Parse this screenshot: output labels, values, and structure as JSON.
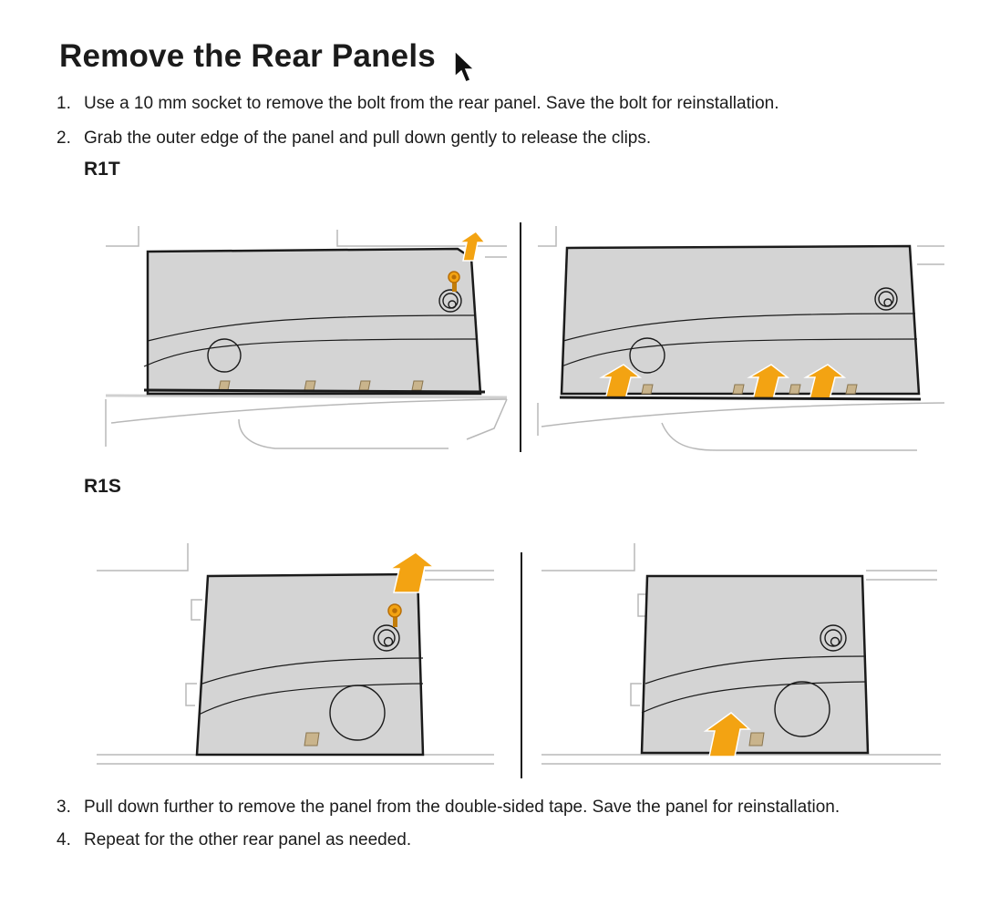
{
  "title": "Remove the Rear Panels",
  "steps_top": [
    {
      "num": "1.",
      "text": "Use a 10 mm socket to remove the bolt from the rear panel. Save the bolt for reinstallation."
    },
    {
      "num": "2.",
      "text": "Grab the outer edge of the panel and pull down gently to release the clips."
    }
  ],
  "models": {
    "r1t": "R1T",
    "r1s": "R1S"
  },
  "steps_bottom": [
    {
      "num": "3.",
      "text": "Pull down further to remove the panel from the double-sided tape. Save the panel for reinstallation."
    },
    {
      "num": "4.",
      "text": "Repeat for the other rear panel as needed."
    }
  ],
  "colors": {
    "accent": "#f3a312",
    "panel": "#d4d4d4",
    "line": "#1b1b1b",
    "faint": "#b8b8b8"
  },
  "icons": [
    "cursor-arrow-icon",
    "bolt-icon",
    "pull-arrow-icon",
    "clip-icon"
  ]
}
